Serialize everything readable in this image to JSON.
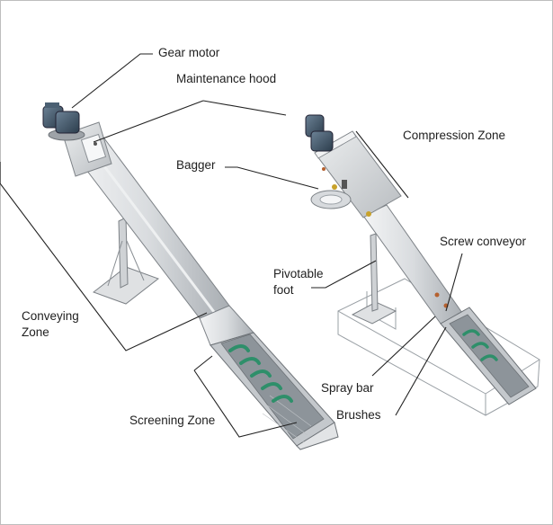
{
  "labels": {
    "gear_motor": "Gear motor",
    "maintenance_hood": "Maintenance hood",
    "compression_zone": "Compression Zone",
    "bagger": "Bagger",
    "screw_conveyor": "Screw conveyor",
    "pivotable_foot_line1": "Pivotable",
    "pivotable_foot_line2": "foot",
    "conveying_zone_line1": "Conveying",
    "conveying_zone_line2": "Zone",
    "spray_bar": "Spray bar",
    "brushes": "Brushes",
    "screening_zone": "Screening Zone"
  },
  "colors": {
    "steel_light": "#e2e4e6",
    "steel_mid": "#c8cbce",
    "steel_dark": "#9ea3a8",
    "motor_blue": "#3d5366",
    "screw_green": "#2e8f6a",
    "frame_line": "#8a8f94",
    "leader": "#222222"
  }
}
